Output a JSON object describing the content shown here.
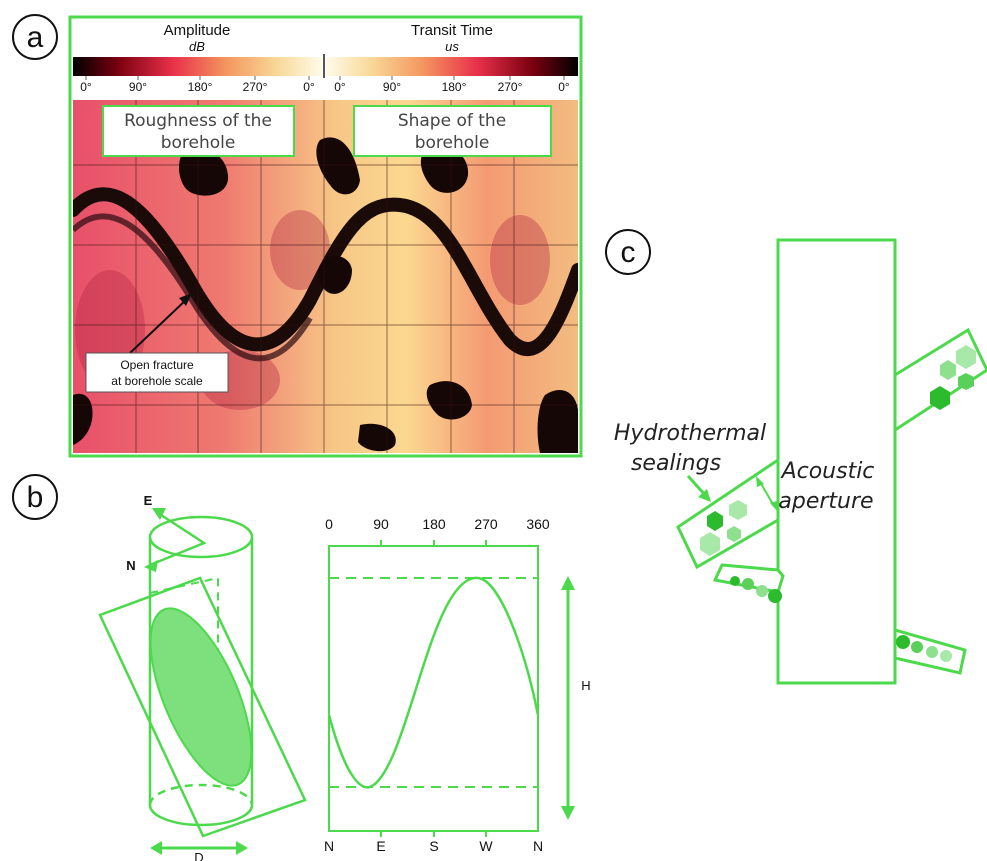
{
  "panel_a": {
    "letter": "a",
    "colorbar_left": {
      "title": "Amplitude",
      "unit": "dB",
      "ticks": [
        "0°",
        "90°",
        "180°",
        "270°",
        "0°"
      ]
    },
    "colorbar_right": {
      "title": "Transit Time",
      "unit": "us",
      "ticks": [
        "0°",
        "90°",
        "180°",
        "270°",
        "0°"
      ]
    },
    "box_left": {
      "line1": "Roughness of the",
      "line2": "borehole"
    },
    "box_right": {
      "line1": "Shape of the",
      "line2": "borehole"
    },
    "fracture_note": {
      "line1": "Open fracture",
      "line2": "at borehole scale"
    },
    "colors": {
      "accent": "#4cd94c",
      "image_base": "#f0a070",
      "fracture": "#1a0a08"
    }
  },
  "panel_b": {
    "letter": "b",
    "compass": {
      "east": "E",
      "north": "N"
    },
    "diameter_label": "D",
    "height_label": "H",
    "top_axis": [
      "0",
      "90",
      "180",
      "270",
      "360"
    ],
    "bottom_axis": [
      "N",
      "E",
      "S",
      "W",
      "N"
    ]
  },
  "panel_c": {
    "letter": "c",
    "sealings_label": {
      "line1": "Hydrothermal",
      "line2": "sealings"
    },
    "aperture_label": {
      "line1": "Acoustic",
      "line2": "aperture"
    }
  }
}
